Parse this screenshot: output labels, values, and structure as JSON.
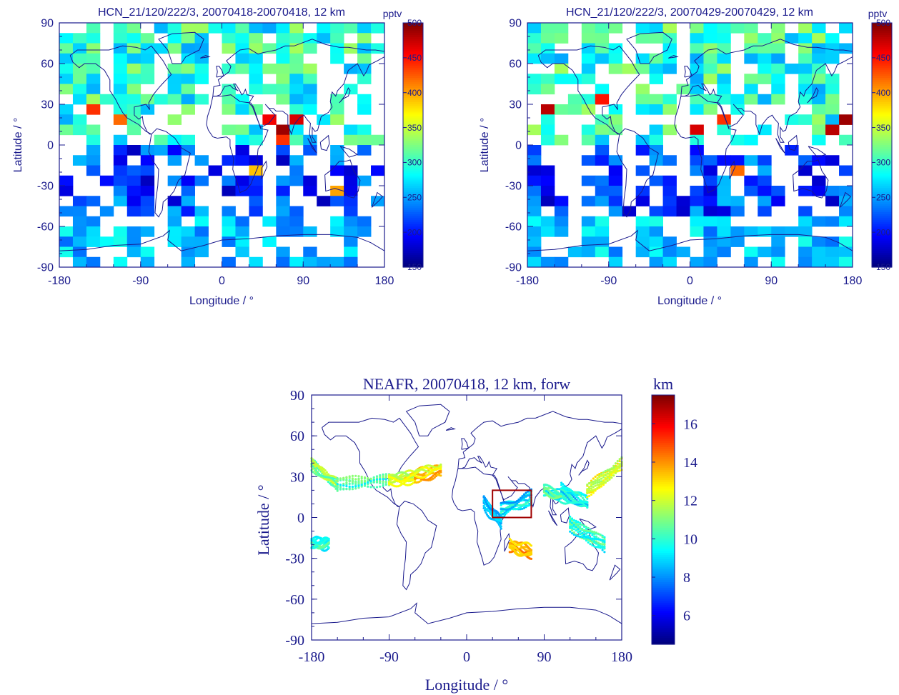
{
  "colors": {
    "axis": "#1a1a8c",
    "text": "#1a1a8c",
    "coast": "#1a1a8c",
    "box": "#a00000",
    "colormap": [
      "#00007f",
      "#0000ff",
      "#007fff",
      "#00ffff",
      "#7fff7f",
      "#ffff00",
      "#ff7f00",
      "#ff0000",
      "#7f0000"
    ]
  },
  "chart_data": [
    {
      "type": "heatmap",
      "title": "HCN_21/120/222/3, 20070418-20070418, 12 km",
      "xlabel": "Longitude / °",
      "ylabel": "Latitude / °",
      "xlim": [
        -180,
        180
      ],
      "ylim": [
        -90,
        90
      ],
      "xticks": [
        "-180",
        "-90",
        "0",
        "90",
        "180"
      ],
      "yticks": [
        "90",
        "60",
        "30",
        "0",
        "-30",
        "-60",
        "-90"
      ],
      "colorbar": {
        "label": "pptv",
        "range": [
          150,
          500
        ],
        "ticks": [
          "500",
          "450",
          "400",
          "350",
          "300",
          "250",
          "200",
          "150"
        ]
      },
      "grid": {
        "dlon": 15,
        "dlat": 7.5
      },
      "note_values": "cell values in pptv, estimated from colour",
      "hotspots": [
        {
          "lon": 60,
          "lat": 15,
          "value": 490
        },
        {
          "lon": 75,
          "lat": 22.5,
          "value": 470
        },
        {
          "lon": 45,
          "lat": 22.5,
          "value": 460
        },
        {
          "lon": 60,
          "lat": 7.5,
          "value": 440
        },
        {
          "lon": -150,
          "lat": 30,
          "value": 440
        },
        {
          "lon": -120,
          "lat": 22.5,
          "value": 420
        },
        {
          "lon": 37.5,
          "lat": -15,
          "value": 390
        },
        {
          "lon": 120,
          "lat": -30,
          "value": 400
        }
      ]
    },
    {
      "type": "heatmap",
      "title": "HCN_21/120/222/3, 20070429-20070429, 12 km",
      "xlabel": "Longitude / °",
      "ylabel": "Latitude / °",
      "xlim": [
        -180,
        180
      ],
      "ylim": [
        -90,
        90
      ],
      "xticks": [
        "-180",
        "-90",
        "0",
        "90",
        "180"
      ],
      "yticks": [
        "90",
        "60",
        "30",
        "0",
        "-30",
        "-60",
        "-90"
      ],
      "colorbar": {
        "label": "pptv",
        "range": [
          150,
          500
        ],
        "ticks": [
          "500",
          "450",
          "400",
          "350",
          "300",
          "250",
          "200",
          "150"
        ]
      },
      "grid": {
        "dlon": 15,
        "dlat": 7.5
      },
      "note_values": "cell values in pptv, estimated from colour",
      "hotspots": [
        {
          "lon": -165,
          "lat": 30,
          "value": 480
        },
        {
          "lon": 165,
          "lat": 22.5,
          "value": 490
        },
        {
          "lon": 150,
          "lat": 15,
          "value": 480
        },
        {
          "lon": 0,
          "lat": 15,
          "value": 470
        },
        {
          "lon": -97.5,
          "lat": 37.5,
          "value": 450
        },
        {
          "lon": 30,
          "lat": 22.5,
          "value": 440
        },
        {
          "lon": 45,
          "lat": -15,
          "value": 420
        }
      ]
    },
    {
      "type": "scatter",
      "title": "NEAFR, 20070418, 12 km, forw",
      "xlabel": "Longitude / °",
      "ylabel": "Latitude / °",
      "xlim": [
        -180,
        180
      ],
      "ylim": [
        -90,
        90
      ],
      "xticks": [
        "-180",
        "-90",
        "0",
        "90",
        "180"
      ],
      "yticks": [
        "90",
        "60",
        "30",
        "0",
        "-30",
        "-60",
        "-90"
      ],
      "colorbar": {
        "label": "km",
        "range": [
          4.5,
          17.5
        ],
        "ticks": [
          "16",
          "14",
          "12",
          "10",
          "8",
          "6"
        ]
      },
      "source_box": {
        "lon": [
          30,
          75
        ],
        "lat": [
          0,
          20
        ]
      },
      "trajectory_bands": [
        {
          "lon0": -180,
          "lat0": 40,
          "lon1": -150,
          "lat1": 25,
          "height": 11
        },
        {
          "lon0": -150,
          "lat0": 25,
          "lon1": -90,
          "lat1": 28,
          "height": 10
        },
        {
          "lon0": -90,
          "lat0": 28,
          "lon1": -60,
          "lat1": 30,
          "height": 12
        },
        {
          "lon0": -60,
          "lat0": 30,
          "lon1": -30,
          "lat1": 35,
          "height": 13
        },
        {
          "lon0": 20,
          "lat0": 10,
          "lon1": 40,
          "lat1": -5,
          "height": 8
        },
        {
          "lon0": 40,
          "lat0": 5,
          "lon1": 75,
          "lat1": 15,
          "height": 9
        },
        {
          "lon0": 50,
          "lat0": -20,
          "lon1": 75,
          "lat1": -25,
          "height": 14
        },
        {
          "lon0": 90,
          "lat0": 20,
          "lon1": 120,
          "lat1": 15,
          "height": 10
        },
        {
          "lon0": 110,
          "lat0": 20,
          "lon1": 140,
          "lat1": 10,
          "height": 9
        },
        {
          "lon0": 140,
          "lat0": 20,
          "lon1": 180,
          "lat1": 40,
          "height": 12
        },
        {
          "lon0": 120,
          "lat0": -5,
          "lon1": 160,
          "lat1": -20,
          "height": 10
        },
        {
          "lon0": -180,
          "lat0": -20,
          "lon1": -160,
          "lat1": -20,
          "height": 10
        }
      ]
    }
  ]
}
